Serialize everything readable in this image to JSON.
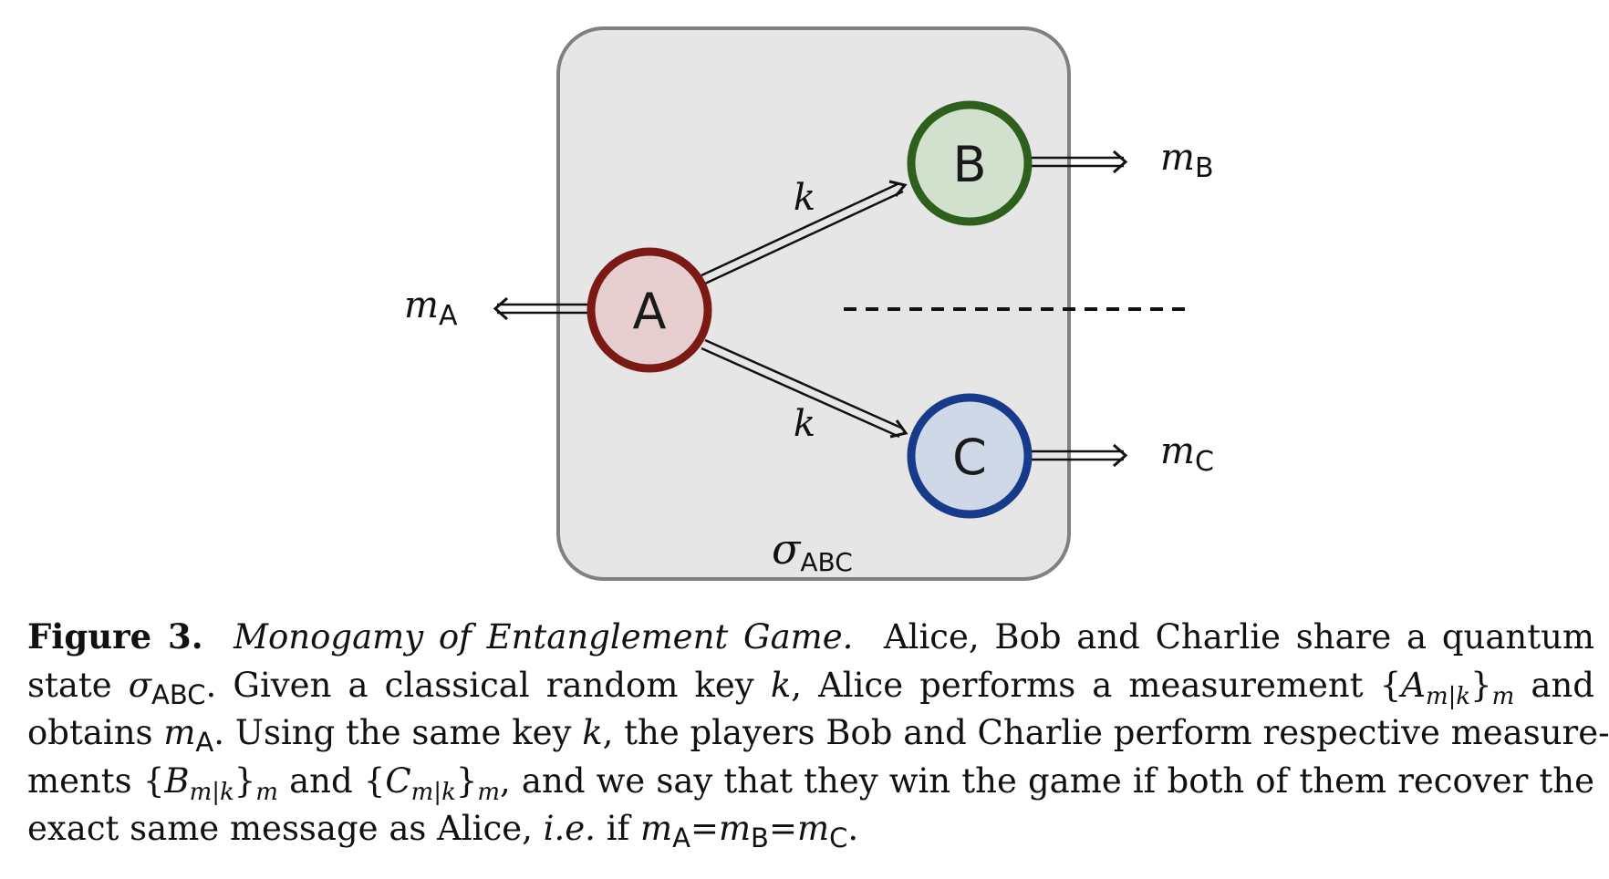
{
  "diagram": {
    "state_symbol": "σ",
    "state_subscript": "ABC",
    "nodes": [
      {
        "id": "A",
        "label": "A",
        "stroke": "#7b1a14",
        "fill": "#e7cfd0"
      },
      {
        "id": "B",
        "label": "B",
        "stroke": "#2e5f1c",
        "fill": "#d2e1ce"
      },
      {
        "id": "C",
        "label": "C",
        "stroke": "#173a8a",
        "fill": "#cfd8e6"
      }
    ],
    "key_labels": [
      "k",
      "k"
    ],
    "messages": [
      {
        "symbol": "m",
        "subscript": "A"
      },
      {
        "symbol": "m",
        "subscript": "B"
      },
      {
        "symbol": "m",
        "subscript": "C"
      }
    ],
    "box_fill": "#e6e6e6",
    "box_stroke": "#808080"
  },
  "caption": {
    "label": "Figure 3.",
    "title": "Monogamy of Entanglement Game.",
    "l1_text": "Alice, Bob and Charlie share a quantum",
    "l2_a": "state",
    "l2_sigma": "σ",
    "l2_sub": "ABC",
    "l2_b": ". Given a classical random key",
    "l2_k": "k",
    "l2_c": ", Alice performs a measurement",
    "l2_set_open": "{",
    "l2_A": "A",
    "l2_A_sub": "m|k",
    "l2_set_close": "}",
    "l2_m": "m",
    "l2_d": "and",
    "l3_a": "obtains",
    "l3_m": "m",
    "l3_sub": "A",
    "l3_b": ". Using the same key",
    "l3_k": "k",
    "l3_c": ", the players Bob and Charlie perform respective measure-",
    "l4_a": "ments",
    "l4_B_open": "{",
    "l4_B": "B",
    "l4_B_sub": "m|k",
    "l4_B_close": "}",
    "l4_B_m": "m",
    "l4_b": "and",
    "l4_C_open": "{",
    "l4_C": "C",
    "l4_C_sub": "m|k",
    "l4_C_close": "}",
    "l4_C_m": "m",
    "l4_c": ", and we say that they win the game if both of them recover the",
    "l5_a": "exact same message as Alice,",
    "l5_ie": "i.e.",
    "l5_b": "if",
    "l5_m1": "m",
    "l5_s1": "A",
    "l5_eq1": "=",
    "l5_m2": "m",
    "l5_s2": "B",
    "l5_eq2": "=",
    "l5_m3": "m",
    "l5_s3": "C",
    "l5_end": "."
  }
}
